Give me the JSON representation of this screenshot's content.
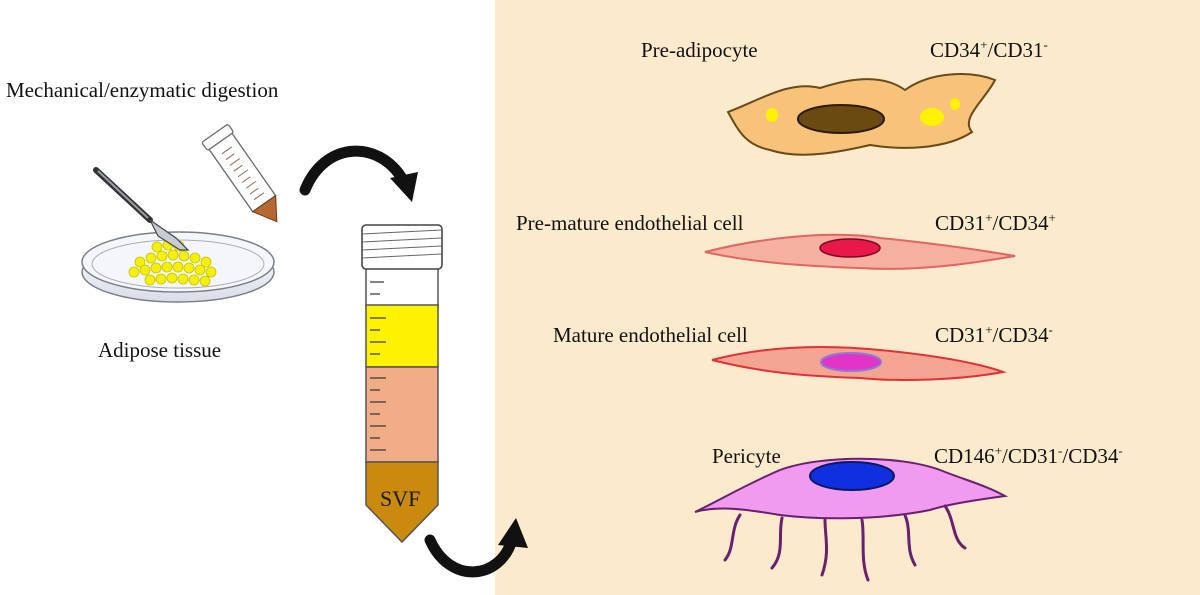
{
  "left": {
    "process_label": "Mechanical/enzymatic digestion",
    "tissue_label": "Adipose tissue",
    "tube_label": "SVF"
  },
  "cells": [
    {
      "name": "Pre-adipocyte",
      "marker_parts": [
        [
          "CD34",
          "+"
        ],
        [
          "/CD31",
          "-"
        ]
      ]
    },
    {
      "name": "Pre-mature endothelial cell",
      "marker_parts": [
        [
          "CD31",
          "+"
        ],
        [
          "/CD34",
          "+"
        ]
      ]
    },
    {
      "name": "Mature endothelial cell",
      "marker_parts": [
        [
          "CD31",
          "+"
        ],
        [
          "/CD34",
          "-"
        ]
      ]
    },
    {
      "name": "Pericyte",
      "marker_parts": [
        [
          "CD146",
          "+"
        ],
        [
          "/CD31",
          "-"
        ],
        [
          "/CD34",
          "-"
        ]
      ]
    }
  ],
  "colors": {
    "panel": "#fbebcc",
    "adipocyte_body": "#f7c27a",
    "adipocyte_nucleus": "#6b4a12",
    "lipid": "#fff200",
    "premature_body": "#f5b0a0",
    "premature_nucleus": "#e8184a",
    "mature_body": "#f3a592",
    "mature_nucleus": "#e235c8",
    "pericyte_body": "#f09bf0",
    "pericyte_nucleus": "#1030e0",
    "tube_yellow": "#fff200",
    "tube_peach": "#f0ad88",
    "tube_svf": "#c98a0e"
  }
}
